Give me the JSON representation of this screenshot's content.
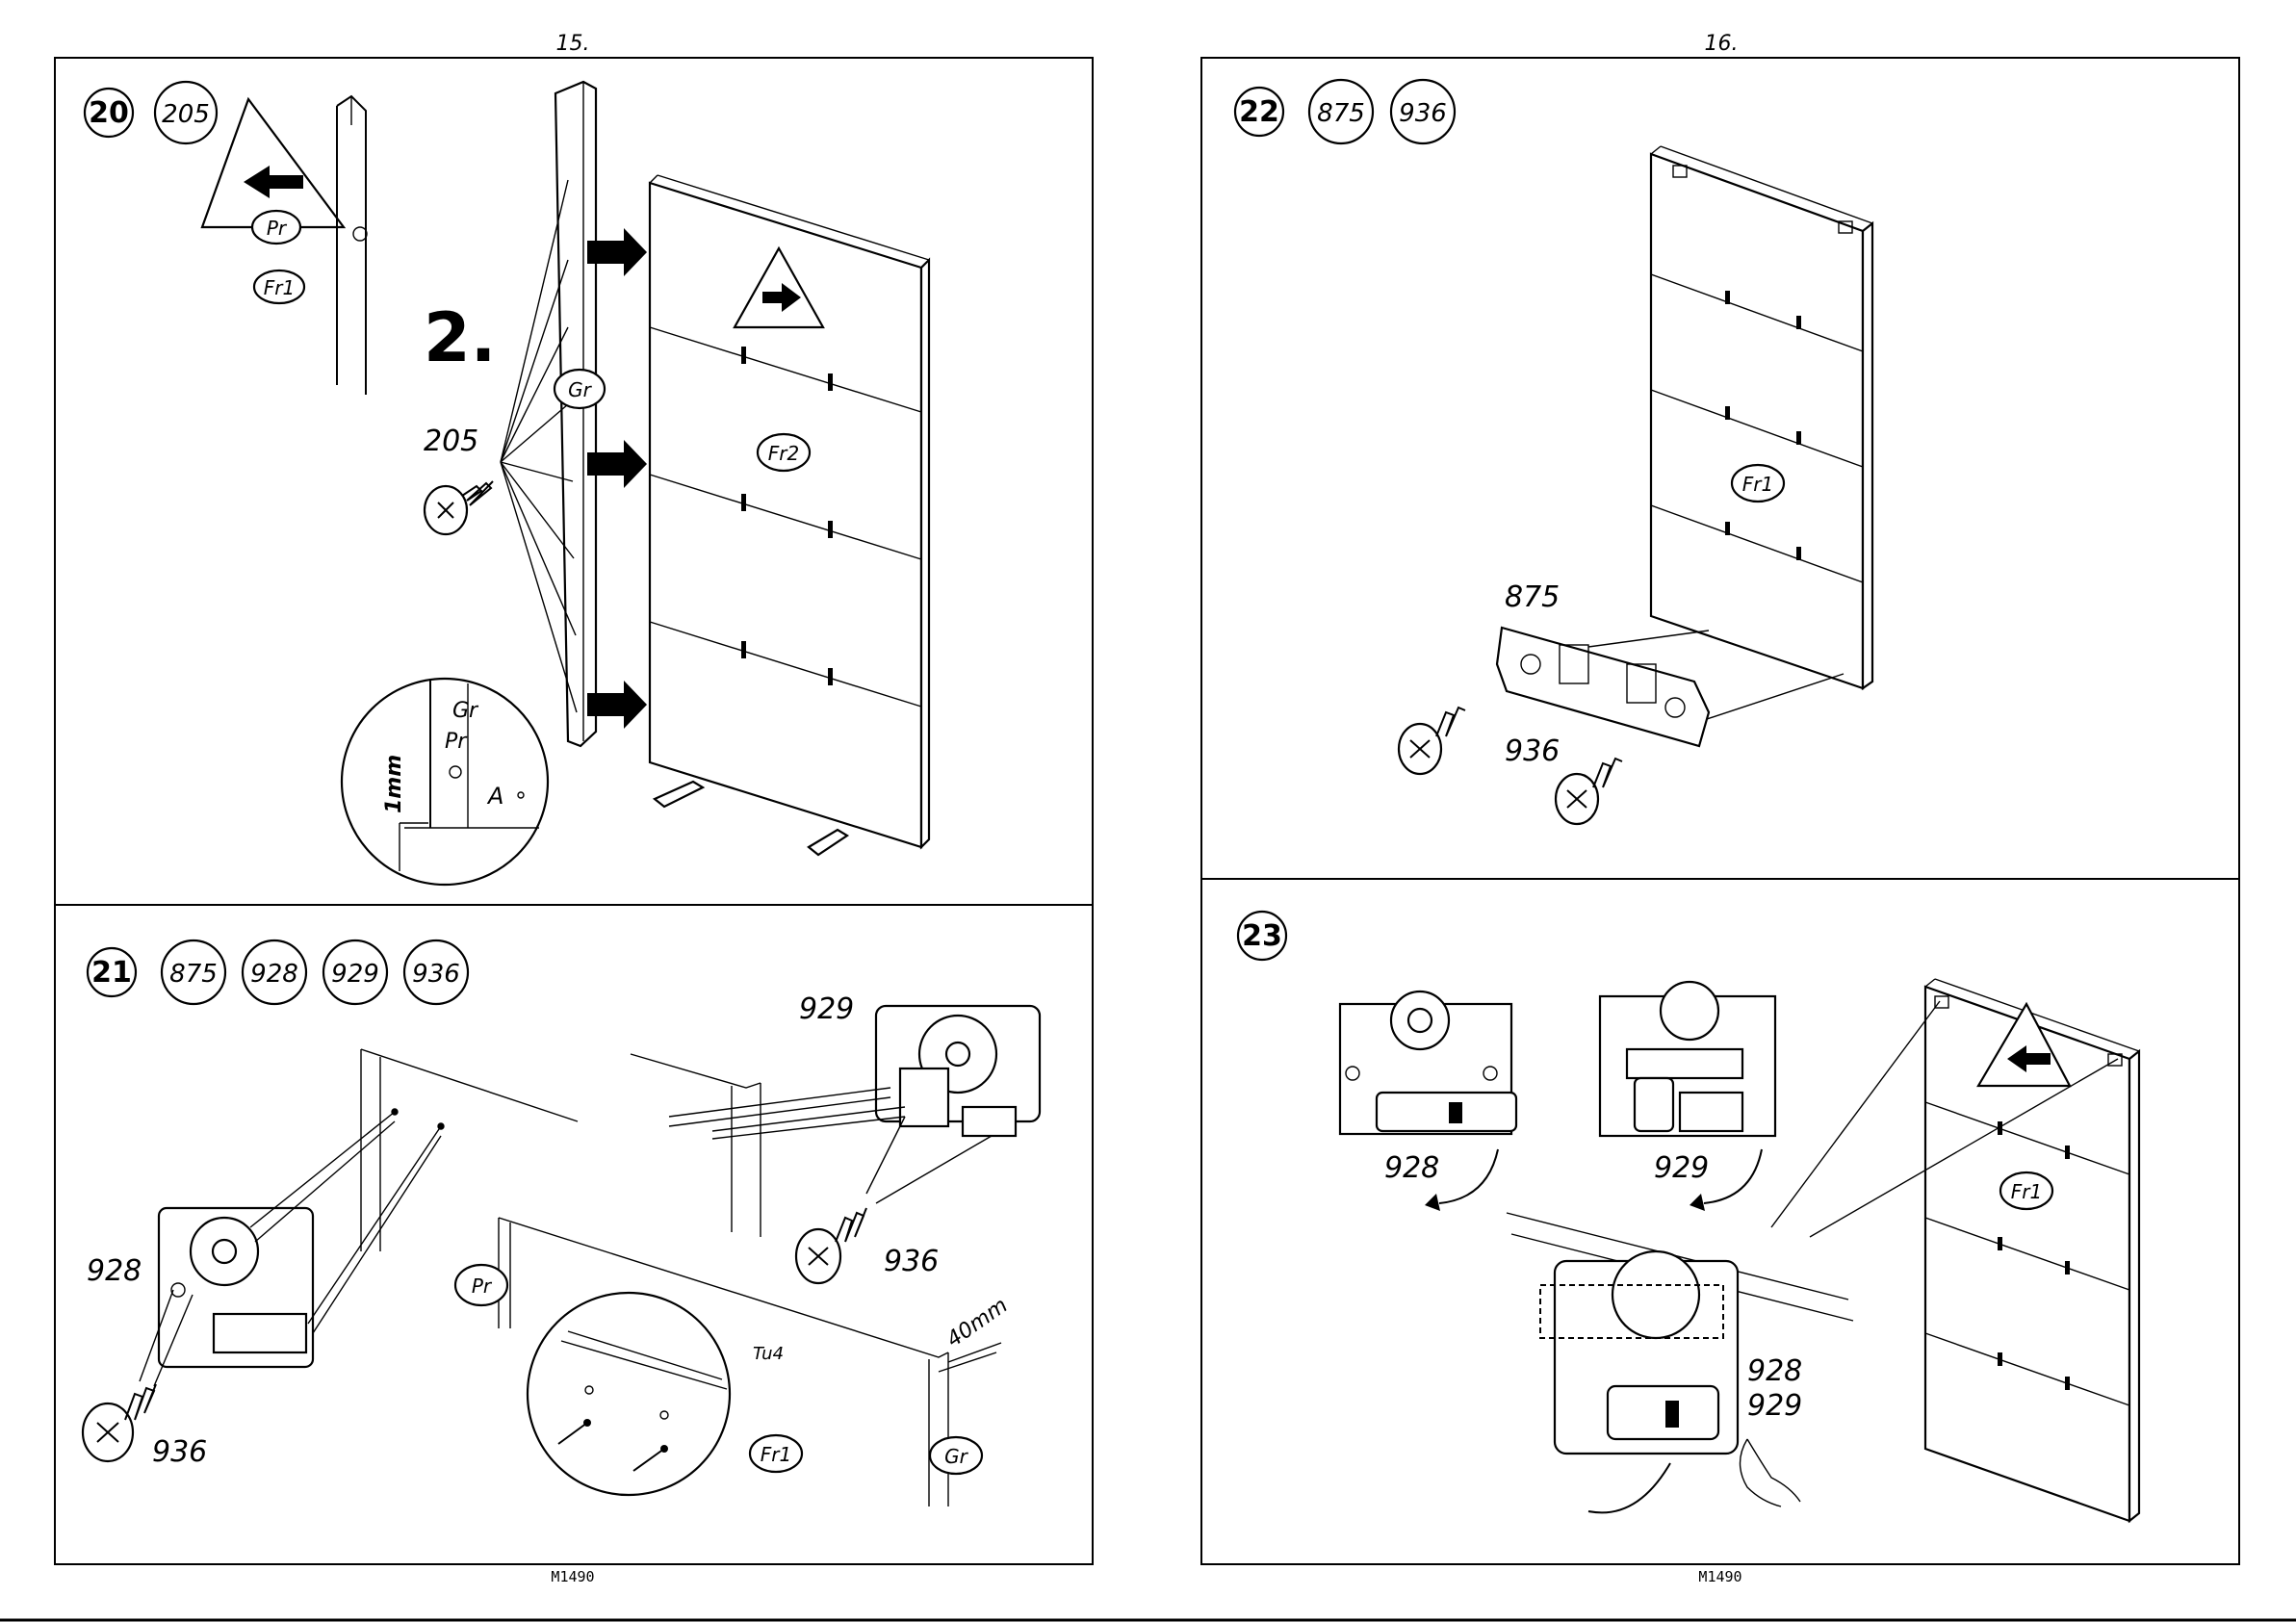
{
  "pages": [
    {
      "number": "15.",
      "footer": "M1490"
    },
    {
      "number": "16.",
      "footer": "M1490"
    }
  ],
  "steps": [
    {
      "step": "20",
      "parts": [
        "205"
      ]
    },
    {
      "step": "21",
      "parts": [
        "875",
        "928",
        "929",
        "936"
      ]
    },
    {
      "step": "22",
      "parts": [
        "875",
        "936"
      ]
    },
    {
      "step": "23",
      "parts": []
    }
  ],
  "labels": {
    "s20_step2": "2.",
    "s20_pr": "Pr",
    "s20_fr1": "Fr1",
    "s20_gr": "Gr",
    "s20_fr2": "Fr2",
    "s20_screw": "205",
    "s20_detail_gr": "Gr",
    "s20_detail_pr": "Pr",
    "s20_detail_a": "A",
    "s20_detail_mm": "1mm",
    "s21_929": "929",
    "s21_928": "928",
    "s21_936a": "936",
    "s21_936b": "936",
    "s21_pr": "Pr",
    "s21_tu4": "Tu4",
    "s21_fr1": "Fr1",
    "s21_gr": "Gr",
    "s21_40mm": "40mm",
    "s22_875": "875",
    "s22_936": "936",
    "s22_fr1": "Fr1",
    "s23_928a": "928",
    "s23_929a": "929",
    "s23_928b": "928",
    "s23_929b": "929",
    "s23_fr1": "Fr1"
  }
}
